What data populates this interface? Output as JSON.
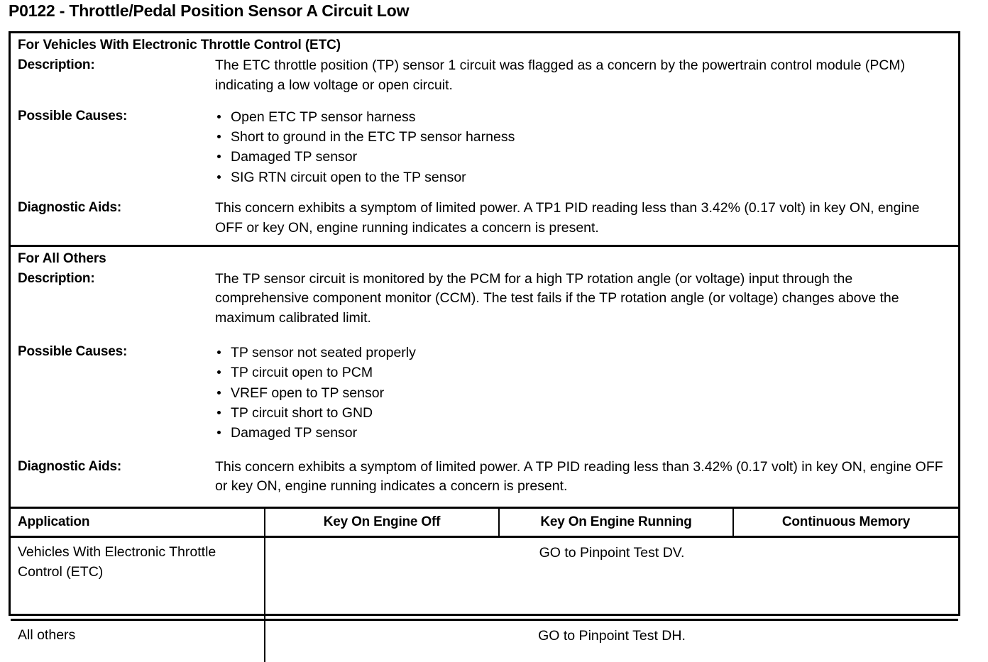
{
  "title": "P0122 - Throttle/Pedal Position Sensor A Circuit Low",
  "sections": [
    {
      "heading": "For Vehicles With Electronic Throttle Control (ETC)",
      "description_label": "Description:",
      "description": "The ETC throttle position (TP) sensor 1 circuit was flagged as a concern by the powertrain control module (PCM) indicating a low voltage or open circuit.",
      "causes_label": "Possible Causes:",
      "causes": [
        "Open ETC TP sensor harness",
        "Short to ground in the ETC TP sensor harness",
        "Damaged TP sensor",
        "SIG RTN circuit open to the TP sensor"
      ],
      "aids_label": "Diagnostic Aids:",
      "aids": "This concern exhibits a symptom of limited power. A TP1 PID reading less than 3.42% (0.17 volt) in key ON, engine OFF or key ON, engine running indicates a concern is present."
    },
    {
      "heading": "For All Others",
      "description_label": "Description:",
      "description": "The TP sensor circuit is monitored by the PCM for a high TP rotation angle (or voltage) input through the comprehensive component monitor (CCM). The test fails if the TP rotation angle (or voltage) changes above the maximum calibrated limit.",
      "causes_label": "Possible Causes:",
      "causes": [
        "TP sensor not seated properly",
        "TP circuit open to PCM",
        "VREF open to TP sensor",
        "TP circuit short to GND",
        "Damaged TP sensor"
      ],
      "aids_label": "Diagnostic Aids:",
      "aids": "This concern exhibits a symptom of limited power. A TP PID reading less than 3.42% (0.17 volt) in key ON, engine OFF or key ON, engine running indicates a concern is present."
    }
  ],
  "table": {
    "headers": {
      "application": "Application",
      "key_on_engine_off": "Key On Engine Off",
      "key_on_engine_running": "Key On Engine Running",
      "continuous_memory": "Continuous Memory"
    },
    "rows": [
      {
        "application": "Vehicles With Electronic Throttle Control (ETC)",
        "result": "GO to Pinpoint Test DV."
      },
      {
        "application": "All others",
        "result": "GO to Pinpoint Test DH."
      }
    ]
  }
}
